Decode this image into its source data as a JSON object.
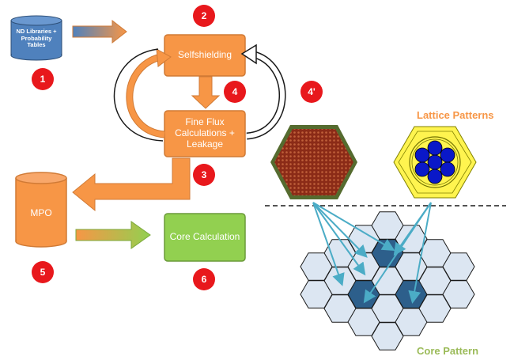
{
  "nodes": {
    "nd_libraries": "ND Libraries + Probability Tables",
    "selfshielding": "Selfshielding",
    "fine_flux": "Fine Flux Calculations + Leakage",
    "mpo": "MPO",
    "core_calc": "Core Calculation"
  },
  "step_numbers": {
    "s1": "1",
    "s2": "2",
    "s3": "3",
    "s4": "4",
    "s4p": "4'",
    "s5": "5",
    "s6": "6"
  },
  "labels": {
    "lattice_patterns": "Lattice Patterns",
    "core_pattern": "Core Pattern"
  },
  "colors": {
    "orange": "#f79646",
    "orange_border": "#d07a35",
    "blue_db": "#4f81bd",
    "green_box": "#92d050",
    "red_badge": "#e8181c",
    "lattice_title": "#f79646",
    "core_title": "#9bbb59",
    "hex_light": "#dce6f2",
    "hex_dark": "#2d5f8b",
    "arrow_teal": "#4bacc6"
  }
}
